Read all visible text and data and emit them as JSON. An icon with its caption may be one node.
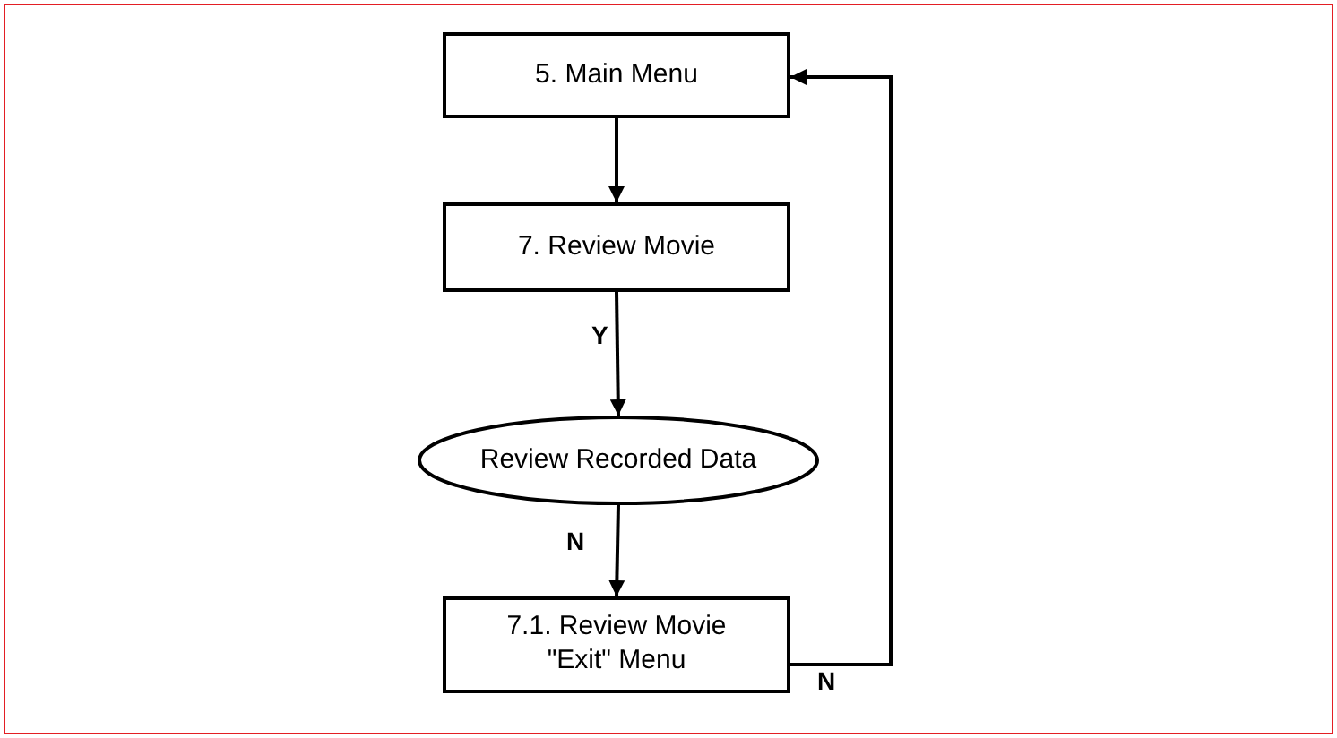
{
  "diagram": {
    "nodes": [
      {
        "text": [
          "5. Main Menu"
        ]
      },
      {
        "text": [
          "7. Review Movie"
        ]
      },
      {
        "text": [
          "Review Recorded Data"
        ]
      },
      {
        "text": [
          "7.1. Review Movie \"Exit\" Menu"
        ]
      }
    ],
    "edges": [
      {
        "from": 0,
        "to": 1,
        "arrow": "to"
      },
      {
        "from": 1,
        "to": 2,
        "arrow": "to",
        "label": "Y"
      },
      {
        "from": 2,
        "to": 3,
        "arrow": "to",
        "label": "N"
      },
      {
        "from": 3,
        "to": 0,
        "arrow": "to",
        "label": "N"
      }
    ]
  }
}
